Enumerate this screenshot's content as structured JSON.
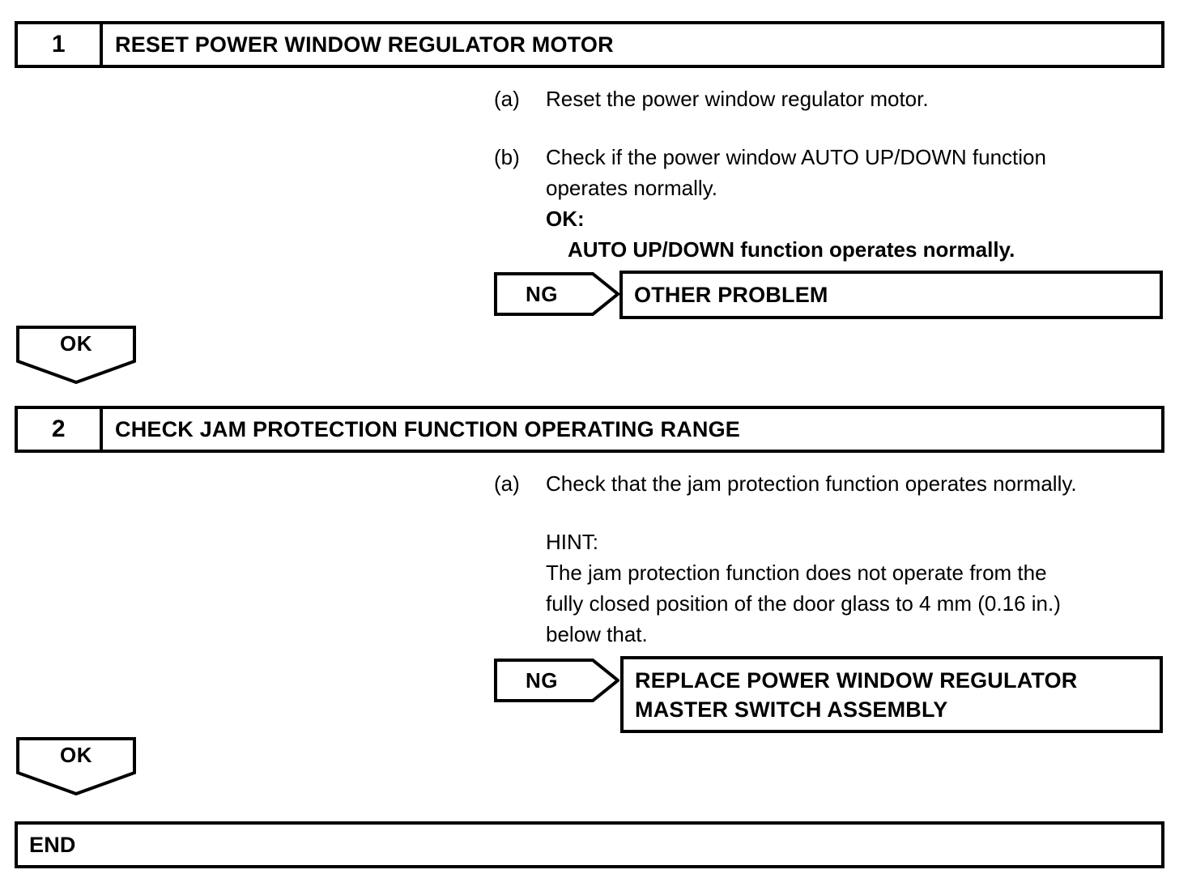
{
  "document": {
    "type": "troubleshooting-flowchart",
    "background_color": "#ffffff",
    "line_color": "#000000"
  },
  "steps": [
    {
      "number": "1",
      "title": "RESET POWER WINDOW REGULATOR MOTOR",
      "items": [
        {
          "marker": "(a)",
          "text": "Reset the power window regulator motor."
        },
        {
          "marker": "(b)",
          "text": "Check if the power window AUTO UP/DOWN function\noperates normally.",
          "ok_label": "OK:",
          "ok_detail": "AUTO UP/DOWN function operates normally."
        }
      ],
      "ng": {
        "tag": "NG",
        "result": "OTHER PROBLEM"
      },
      "ok": {
        "tag": "OK"
      }
    },
    {
      "number": "2",
      "title": "CHECK JAM PROTECTION FUNCTION OPERATING RANGE",
      "items": [
        {
          "marker": "(a)",
          "text": "Check that the jam protection function operates normally."
        },
        {
          "marker": "",
          "hint_label": "HINT:",
          "hint_text": "The jam protection function does not operate from the\nfully closed position of the door glass to 4 mm (0.16 in.)\nbelow that."
        }
      ],
      "ng": {
        "tag": "NG",
        "result": "REPLACE POWER WINDOW REGULATOR\nMASTER SWITCH ASSEMBLY"
      },
      "ok": {
        "tag": "OK"
      }
    }
  ],
  "end": {
    "label": "END"
  }
}
